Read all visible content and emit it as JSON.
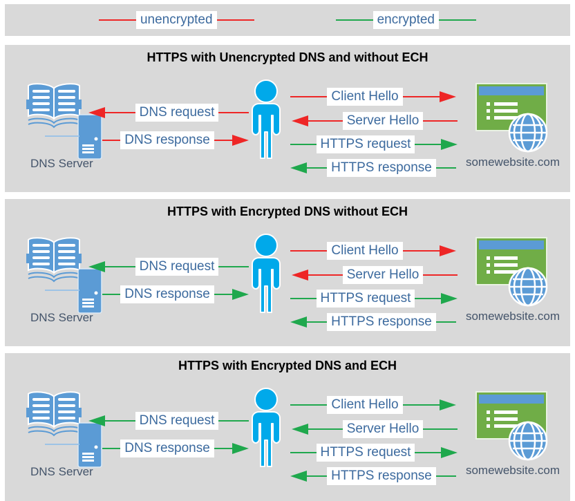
{
  "colors": {
    "panel_bg": "#d9d9d9",
    "unencrypted_red": "#ee2626",
    "encrypted_green": "#1fa84d",
    "label_text_blue": "#3c6a9e",
    "caption_text": "#44546a",
    "title_text": "#000000",
    "icon_blue": "#5b9bd5",
    "person_blue": "#00a9ea",
    "website_green": "#70ad47"
  },
  "legend": {
    "items": [
      {
        "label": "unencrypted",
        "color": "#ee2626"
      },
      {
        "label": "encrypted",
        "color": "#1fa84d"
      }
    ]
  },
  "panels": [
    {
      "title": "HTTPS with Unencrypted DNS and without ECH",
      "dns_server_label": "DNS Server",
      "website_label": "somewebsite.com",
      "messages": [
        {
          "label": "DNS request",
          "direction": "left",
          "encrypted": false,
          "color": "#ee2626"
        },
        {
          "label": "DNS response",
          "direction": "right",
          "encrypted": false,
          "color": "#ee2626"
        },
        {
          "label": "Client Hello",
          "direction": "right",
          "encrypted": false,
          "color": "#ee2626"
        },
        {
          "label": "Server Hello",
          "direction": "left",
          "encrypted": false,
          "color": "#ee2626"
        },
        {
          "label": "HTTPS request",
          "direction": "right",
          "encrypted": true,
          "color": "#1fa84d"
        },
        {
          "label": "HTTPS response",
          "direction": "left",
          "encrypted": true,
          "color": "#1fa84d"
        }
      ]
    },
    {
      "title": "HTTPS with Encrypted DNS without ECH",
      "dns_server_label": "DNS Server",
      "website_label": "somewebsite.com",
      "messages": [
        {
          "label": "DNS request",
          "direction": "left",
          "encrypted": true,
          "color": "#1fa84d"
        },
        {
          "label": "DNS response",
          "direction": "right",
          "encrypted": true,
          "color": "#1fa84d"
        },
        {
          "label": "Client Hello",
          "direction": "right",
          "encrypted": false,
          "color": "#ee2626"
        },
        {
          "label": "Server Hello",
          "direction": "left",
          "encrypted": false,
          "color": "#ee2626"
        },
        {
          "label": "HTTPS request",
          "direction": "right",
          "encrypted": true,
          "color": "#1fa84d"
        },
        {
          "label": "HTTPS response",
          "direction": "left",
          "encrypted": true,
          "color": "#1fa84d"
        }
      ]
    },
    {
      "title": "HTTPS with Encrypted DNS and ECH",
      "dns_server_label": "DNS Server",
      "website_label": "somewebsite.com",
      "messages": [
        {
          "label": "DNS request",
          "direction": "left",
          "encrypted": true,
          "color": "#1fa84d"
        },
        {
          "label": "DNS response",
          "direction": "right",
          "encrypted": true,
          "color": "#1fa84d"
        },
        {
          "label": "Client Hello",
          "direction": "right",
          "encrypted": true,
          "color": "#1fa84d"
        },
        {
          "label": "Server Hello",
          "direction": "left",
          "encrypted": true,
          "color": "#1fa84d"
        },
        {
          "label": "HTTPS request",
          "direction": "right",
          "encrypted": true,
          "color": "#1fa84d"
        },
        {
          "label": "HTTPS response",
          "direction": "left",
          "encrypted": true,
          "color": "#1fa84d"
        }
      ]
    }
  ]
}
